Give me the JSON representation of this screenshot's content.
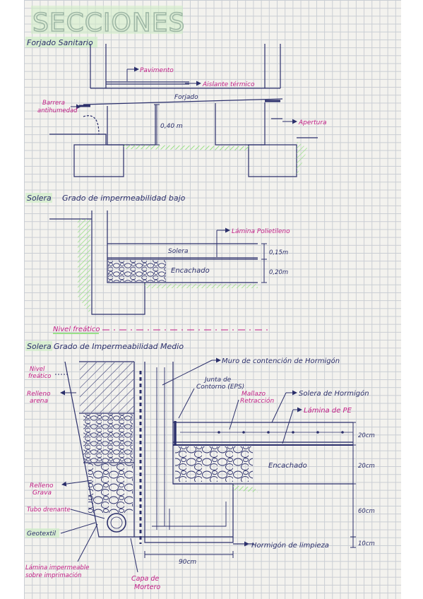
{
  "page_title": "SECCIONES",
  "sections": {
    "forjado": {
      "heading": "Forjado Sanitario",
      "labels": {
        "pavimento": "Pavimento",
        "aislante": "Aislante térmico",
        "forjado": "Forjado",
        "barrera": "Barrera antihumedad",
        "altura": "0,40 m",
        "apertura": "Apertura"
      }
    },
    "solera_bajo": {
      "heading": "Solera",
      "heading_rest": "Grado de impermeabilidad bajo",
      "labels": {
        "lamina": "Lámina Polietileno",
        "solera": "Solera",
        "dim_solera": "0,15m",
        "encachado": "Encachado",
        "dim_encachado": "0,20m",
        "nivel_freatico": "Nivel freático"
      }
    },
    "solera_medio": {
      "heading": "Solera",
      "heading_rest": "Grado de Impermeabilidad Medio",
      "labels": {
        "muro": "Muro de contención de Hormigón",
        "junta": "Junta de Contorno (EPS)",
        "mallazo": "Mallazo Retracción",
        "solera_hormigon": "Solera de Hormigón",
        "lamina_pe": "Lámina de PE",
        "encachado": "Encachado",
        "nivel_freatico": "Nivel freático",
        "relleno_arena": "Relleno arena",
        "relleno_grava": "Relleno Grava",
        "tubo": "Tubo drenante",
        "geotextil": "Geotextil",
        "lamina_impermeable": "Lámina impermeable sobre imprimación",
        "capa_mortero": "Capa de Mortero",
        "hormigon_limpieza": "Hormigón de limpieza",
        "dim_90": "90cm",
        "dim_20a": "20cm",
        "dim_20b": "20cm",
        "dim_60": "60cm",
        "dim_10": "10cm"
      }
    }
  },
  "colors": {
    "ink": "#2b2f6b",
    "accent": "#c21e86",
    "highlight": "#9be089",
    "grid": "#c9cdd3",
    "paper": "#f3f2ee"
  }
}
